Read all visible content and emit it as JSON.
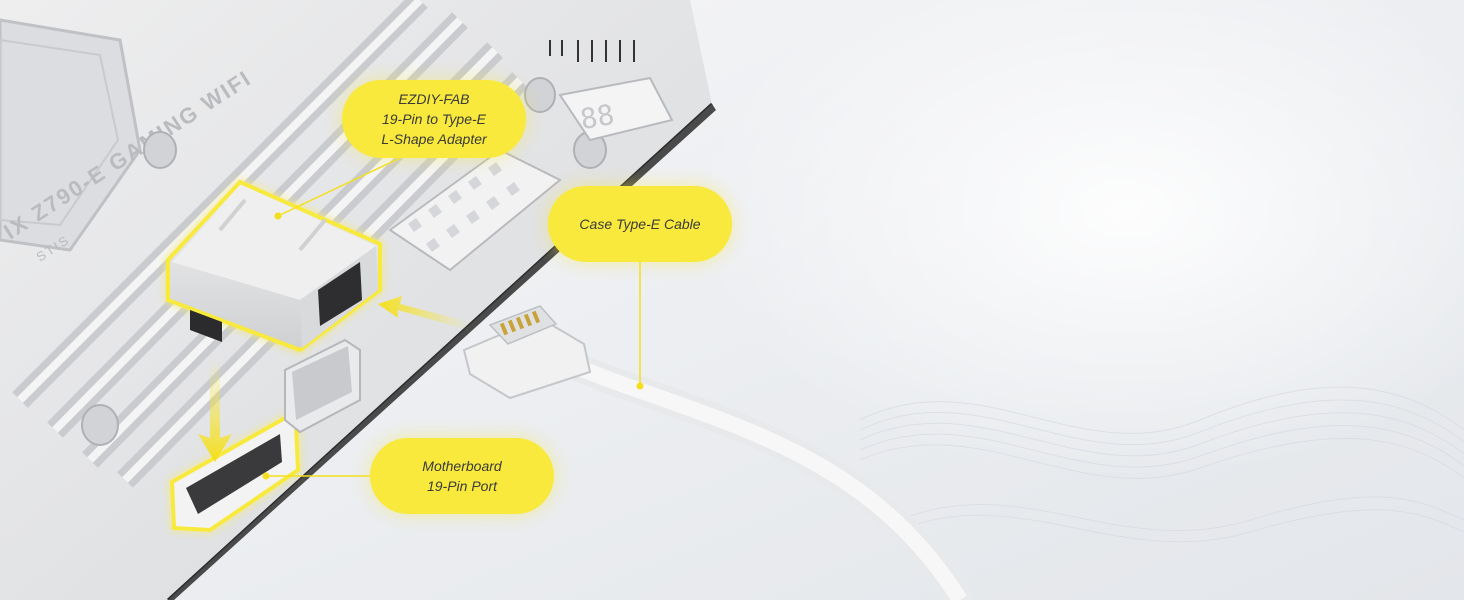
{
  "callouts": {
    "adapter": {
      "line1": "EZDIY-FAB",
      "line2": "19-Pin to Type-E",
      "line3": "L-Shape Adapter"
    },
    "cable": {
      "line1": "Case Type-E Cable"
    },
    "port": {
      "line1": "Motherboard",
      "line2": "19-Pin Port"
    }
  },
  "board_print": {
    "model": "IX Z790-E GAMING WIFI",
    "sub": "STIS"
  },
  "colors": {
    "highlight": "#f8e93c",
    "board": "#e6e7e8",
    "background": "#f3f4f6"
  }
}
